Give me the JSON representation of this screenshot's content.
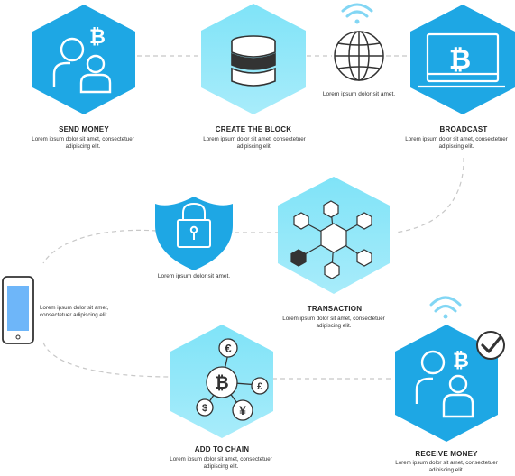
{
  "nodes": {
    "send_money": {
      "title": "SEND MONEY",
      "text": "Lorem ipsum dolor sit amet, consectetuer adipiscing elit."
    },
    "create_block": {
      "title": "CREATE THE BLOCK",
      "text": "Lorem ipsum dolor sit amet, consectetuer adipiscing elit."
    },
    "broadcast": {
      "title": "BROADCAST",
      "text": "Lorem ipsum dolor sit amet, consectetuer adipiscing elit."
    },
    "transaction": {
      "title": "TRANSACTION",
      "text": "Lorem ipsum dolor sit amet, consectetuer adipiscing elit."
    },
    "add_to_chain": {
      "title": "ADD TO CHAIN",
      "text": "Lorem ipsum dolor sit amet, consectetuer adipiscing elit."
    },
    "receive_money": {
      "title": "RECEIVE MONEY",
      "text": "Lorem ipsum dolor sit amet, consectetuer adipiscing elit."
    }
  },
  "captions": {
    "globe": "Lorem ipsum dolor sit amet.",
    "shield": "Lorem ipsum dolor sit amet.",
    "phone": "Lorem ipsum dolor sit amet, consectetuer adipiscing elit."
  },
  "colors": {
    "hex_blue": "#1ea7e4",
    "hex_light": "#7fdff7",
    "connector": "#c8c8c8",
    "icon_dark": "#333333",
    "wifi": "#82d6f4",
    "phone_screen": "#6eb6f9"
  }
}
